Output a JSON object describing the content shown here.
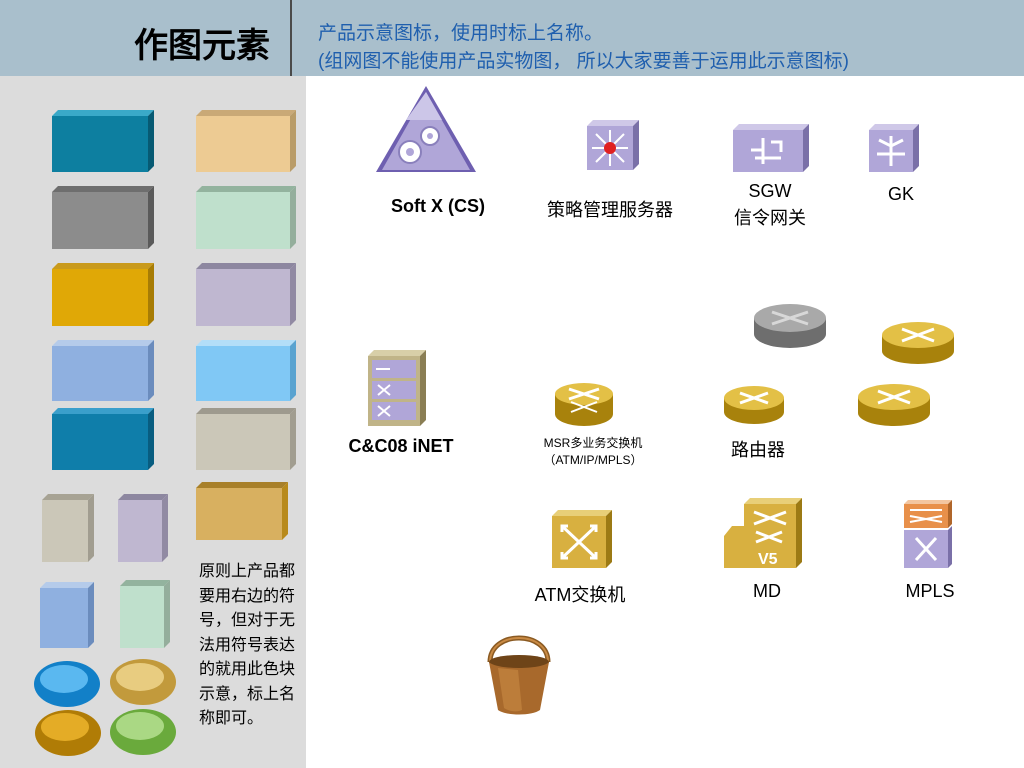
{
  "header": {
    "title": "作图元素",
    "subtitle_line1": "产品示意图标，使用时标上名称。",
    "subtitle_line2": "(组网图不能使用产品实物图， 所以大家要善于运用此示意图标)"
  },
  "colors": {
    "header_bg": "#a9bfcc",
    "left_panel_bg": "#dcdcdc",
    "subtitle_text": "#1f5fae",
    "icon_purple": "#b0a6d8",
    "icon_gold": "#c9a02c"
  },
  "color_blocks": [
    {
      "name": "teal-block",
      "color": "#0d7fa0"
    },
    {
      "name": "wheat-block",
      "color": "#edcb93"
    },
    {
      "name": "gray-block",
      "color": "#8c8c8c"
    },
    {
      "name": "mint-block",
      "color": "#bfe0cc"
    },
    {
      "name": "gold-block",
      "color": "#e0a806"
    },
    {
      "name": "lavender-block",
      "color": "#bfb7d0"
    },
    {
      "name": "blue-block",
      "color": "#8fb0e0"
    },
    {
      "name": "sky-block",
      "color": "#80c8f5"
    },
    {
      "name": "teal-block-2",
      "color": "#0f7eaa"
    },
    {
      "name": "gray-beige-block",
      "color": "#cbc7b8"
    },
    {
      "name": "tan-block",
      "color": "#d8b060"
    }
  ],
  "note": "原则上产品都要用右边的符号，但对于无法用符号表达的就用此色块示意，标上名称即可。",
  "icons": {
    "softx": {
      "label": "Soft X (CS)",
      "icon": "gears-triangle-icon"
    },
    "policy_server": {
      "label": "策略管理服务器",
      "icon": "policy-server-icon"
    },
    "sgw": {
      "label_line1": "SGW",
      "label_line2": "信令网关",
      "icon": "signaling-gateway-icon"
    },
    "gk": {
      "label": "GK",
      "icon": "gatekeeper-icon"
    },
    "cc08": {
      "label": "C&C08 iNET",
      "icon": "switch-cabinet-icon"
    },
    "msr": {
      "label_line1": "MSR多业务交换机",
      "label_line2": "（ATM/IP/MPLS）",
      "icon": "msr-router-icon"
    },
    "router": {
      "label": "路由器",
      "icon": "router-icon"
    },
    "atm": {
      "label": "ATM交换机",
      "icon": "atm-switch-icon"
    },
    "md": {
      "label": "MD",
      "icon": "md-icon"
    },
    "mpls": {
      "label": "MPLS",
      "icon": "mpls-icon"
    },
    "bucket": {
      "icon": "bucket-icon"
    }
  }
}
